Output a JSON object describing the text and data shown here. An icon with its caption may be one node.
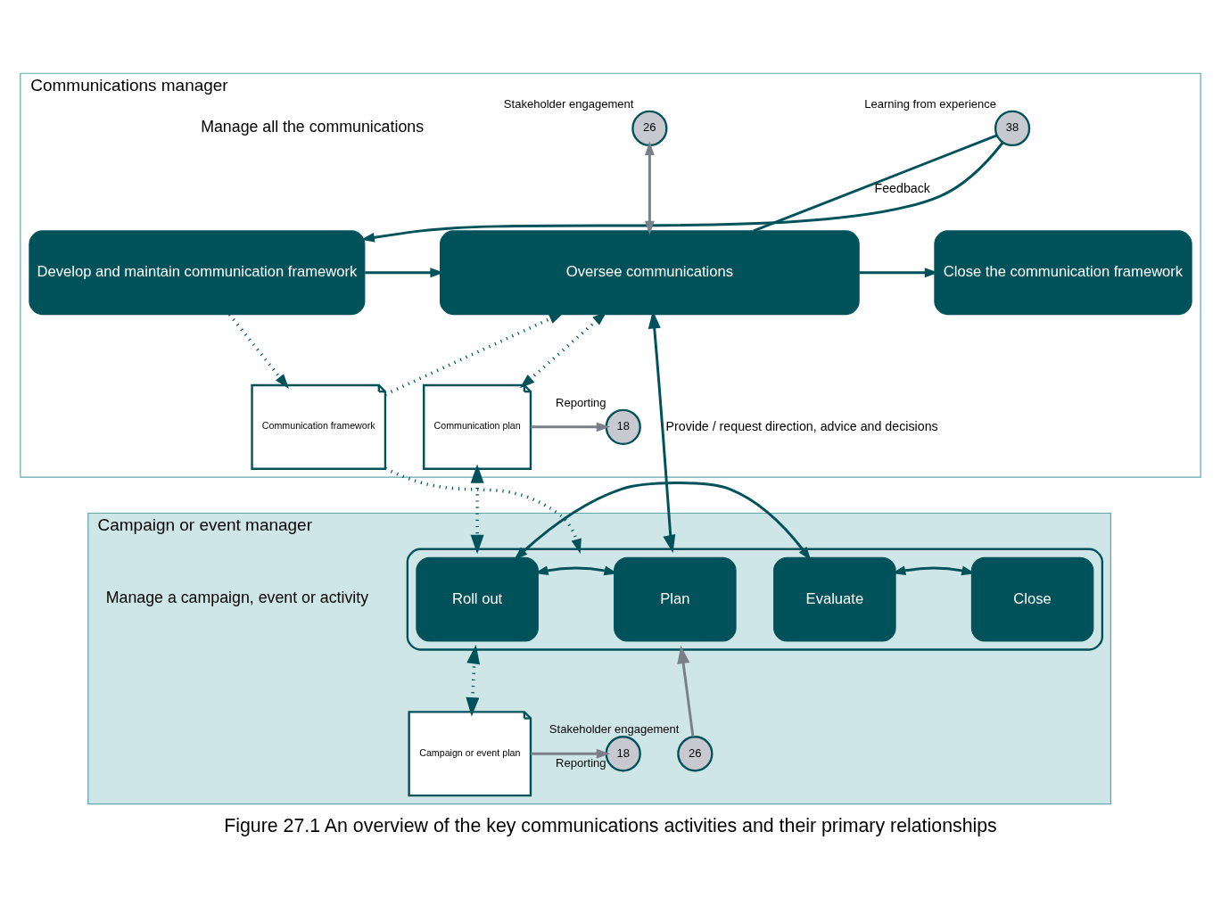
{
  "diagram": {
    "caption": "Figure 27.1 An overview of the key communications activities and their primary relationships",
    "nodes": [
      {
        "text": [
          "Communications manager"
        ]
      },
      {
        "text": [
          "Campaign or event manager"
        ]
      },
      {
        "text": [
          "Develop and maintain communication framework"
        ],
        "in": 0
      },
      {
        "text": [
          "Oversee communications"
        ],
        "in": 0
      },
      {
        "text": [
          "Close the communication framework"
        ],
        "in": 0
      },
      {
        "text": [
          "38"
        ],
        "in": 0,
        "beside": [
          "Learning from experience"
        ]
      },
      {
        "text": [
          "26"
        ],
        "in": 0,
        "beside": [
          "Stakeholder engagement"
        ]
      },
      {
        "text": [
          "Communication framework"
        ],
        "in": 0
      },
      {
        "text": [
          "Communication plan"
        ],
        "in": 0
      },
      {
        "text": [
          "18"
        ],
        "in": 0,
        "beside": [
          "Reporting"
        ]
      },
      {
        "text": [],
        "shape": "box",
        "in": 1
      },
      {
        "text": [
          "Plan"
        ],
        "in": 10
      },
      {
        "text": [
          "Roll out"
        ],
        "in": 10
      },
      {
        "text": [
          "Evaluate"
        ],
        "in": 10
      },
      {
        "text": [
          "Close"
        ],
        "in": 10
      },
      {
        "text": [
          "26"
        ],
        "in": 1,
        "beside": [
          "Stakeholder engagement"
        ]
      },
      {
        "text": [
          "Campaign or event plan"
        ],
        "in": 1
      },
      {
        "text": [
          "18"
        ],
        "in": 1,
        "beside": [
          "Reporting"
        ]
      }
    ],
    "edges": [
      {
        "from": 3,
        "to": 5,
        "arrow": "none",
        "label": "Feedback"
      },
      {
        "from": 5,
        "to": 2,
        "arrow": "to"
      },
      {
        "from": 6,
        "to": 3,
        "arrow": "both",
        "color": "#7b7f8a"
      },
      {
        "from": 2,
        "to": 3,
        "arrow": "to"
      },
      {
        "from": 3,
        "to": 4,
        "arrow": "to"
      },
      {
        "from": 2,
        "to": 7,
        "arrow": "to",
        "style": "dashed"
      },
      {
        "from": 7,
        "to": 3,
        "arrow": "to",
        "style": "dashed"
      },
      {
        "from": 3,
        "to": 10,
        "arrow": "both",
        "label": "Provide / request direction, advice and decisions"
      },
      {
        "from": 3,
        "to": 8,
        "arrow": "both",
        "style": "dashed"
      },
      {
        "from": 8,
        "to": 9,
        "arrow": "to",
        "color": "#7b7f8a"
      },
      {
        "from": 8,
        "to": 10,
        "arrow": "both",
        "style": "dashed"
      },
      {
        "from": 7,
        "to": 10,
        "arrow": "to",
        "style": "dashed"
      },
      {
        "from": 11,
        "to": 12,
        "arrow": "both"
      },
      {
        "from": 12,
        "to": 13,
        "arrow": "both"
      },
      {
        "from": 13,
        "to": 14,
        "arrow": "both"
      },
      {
        "from": 15,
        "to": 10,
        "arrow": "to",
        "color": "#7b7f8a"
      },
      {
        "from": 10,
        "to": 16,
        "arrow": "both",
        "style": "dashed"
      },
      {
        "from": 16,
        "to": 17,
        "arrow": "to",
        "color": "#7b7f8a"
      }
    ],
    "labels": [
      "Manage all the communications",
      "Manage a campaign, event or activity"
    ]
  }
}
